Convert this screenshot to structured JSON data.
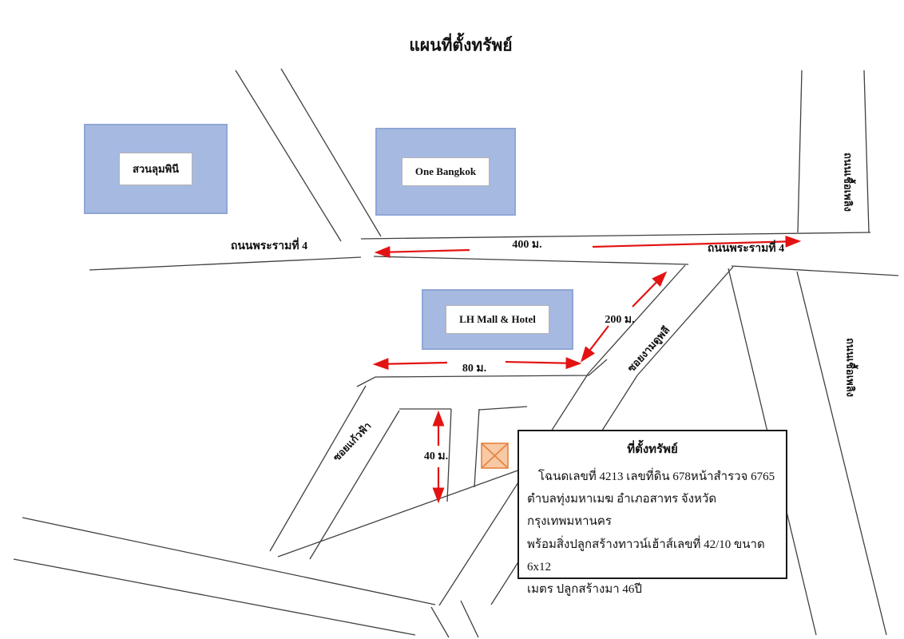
{
  "title": "แผนที่ตั้งทรัพย์",
  "colors": {
    "building_fill": "#a6b9e1",
    "building_border": "#8fa6d6",
    "road_line": "#404040",
    "arrow_red": "#e31313",
    "property_fill": "#f7c9a4",
    "property_border": "#e7823f"
  },
  "buildings": {
    "lumpini": "สวนลุมพินี",
    "one_bangkok": "One Bangkok",
    "lh_mall": "LH Mall & Hotel"
  },
  "roads": {
    "rama4_left": "ถนนพระรามที่ 4",
    "rama4_right": "ถนนพระรามที่ 4",
    "soi_ngam_duphli": "ซอยงามดูพลี",
    "soi_left": "ซอยแก้วฟ้า",
    "chuea_phloeng": "ถนนเชื้อเพลิง"
  },
  "distances": {
    "d400": "400 ม.",
    "d200": "200 ม.",
    "d80": "80 ม.",
    "d40": "40 ม."
  },
  "info_box": {
    "heading": "ที่ตั้งทรัพย์",
    "line1": "โฉนดเลขที่ 4213 เลขที่ดิน 678หน้าสำรวจ 6765",
    "line2": "ตำบลทุ่งมหาเมฆ อำเภอสาทร จังหวัดกรุงเทพมหานคร",
    "line3": "พร้อมสิ่งปลูกสร้างทาวน์เฮ้าส์เลขที่ 42/10 ขนาด 6x12",
    "line4": "เมตร ปลูกสร้างมา 46ปี"
  }
}
